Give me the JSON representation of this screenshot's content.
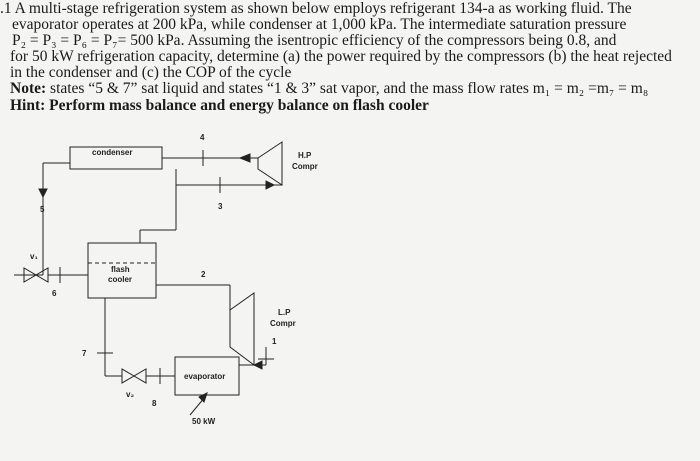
{
  "problem": {
    "lines": [
      ".1 A multi-stage refrigeration system as shown below employs refrigerant 134-a as working fluid. The",
      "evaporator operates at 200 kPa, while condenser at 1,000 kPa. The intermediate saturation pressure",
      "P₂ = P₃ = P₆ = P₇= 500 kPa. Assuming the isentropic efficiency of the compressors being 0.8, and",
      "for 50 kW refrigeration capacity, determine (a) the power required by the compressors (b) the heat rejected",
      "in the condenser and (c) the COP of the cycle"
    ],
    "note_label": "Note:",
    "note_text": " states “5 & 7” sat liquid and states “1 & 3” sat vapor, and the mass flow rates m₁ = m₂ =m₇ = m₈",
    "hint": "Hint: Perform mass balance and energy balance on flash cooler"
  },
  "diagram": {
    "condenser_label": "condenser",
    "flash_cooler_label_1": "flash",
    "flash_cooler_label_2": "cooler",
    "evaporator_label": "evaporator",
    "hp_compressor_label_1": "H.P",
    "hp_compressor_label_2": "Compr",
    "lp_compressor_label_1": "L.P",
    "lp_compressor_label_2": "Compr",
    "valve_1_label": "v₁",
    "valve_2_label": "v₂",
    "capacity_label": "50 kW",
    "states": [
      "1",
      "2",
      "3",
      "4",
      "5",
      "6",
      "7",
      "8"
    ]
  }
}
